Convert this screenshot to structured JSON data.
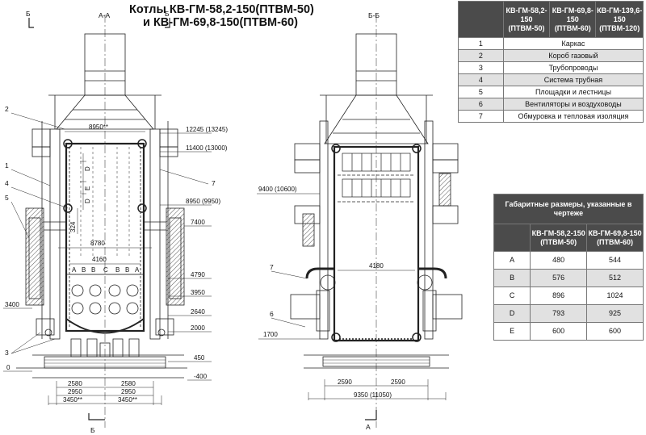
{
  "title": {
    "line1": "Котлы  КВ-ГМ-58,2-150(ПТВМ-50)",
    "line2": "и  КВ-ГМ-69,8-150(ПТВМ-60)"
  },
  "section_labels": {
    "aa": "А-А",
    "bb": "Б-Б",
    "b_mark": "Б",
    "a_mark": "А"
  },
  "components_table": {
    "headers": [
      "",
      "КВ-ГМ-58,2-150 (ПТВМ-50)",
      "КВ-ГМ-69,8-150 (ПТВМ-60)",
      "КВ-ГМ-139,6-150 (ПТВМ-120)"
    ],
    "rows": [
      {
        "num": "1",
        "name": "Каркас"
      },
      {
        "num": "2",
        "name": "Короб газовый"
      },
      {
        "num": "3",
        "name": "Трубопроводы"
      },
      {
        "num": "4",
        "name": "Система трубная"
      },
      {
        "num": "5",
        "name": "Площадки и лестницы"
      },
      {
        "num": "6",
        "name": "Вентиляторы и воздуховоды"
      },
      {
        "num": "7",
        "name": "Обмуровка и тепловая изоляция"
      }
    ]
  },
  "dimensions_table": {
    "caption": "Габаритные размеры, указанные в чертеже",
    "col1": "КВ-ГМ-58,2-150 (ПТВМ-50)",
    "col2": "КВ-ГМ-69,8-150 (ПТВМ-60)",
    "rows": [
      {
        "key": "A",
        "v1": "480",
        "v2": "544"
      },
      {
        "key": "B",
        "v1": "576",
        "v2": "512"
      },
      {
        "key": "C",
        "v1": "896",
        "v2": "1024"
      },
      {
        "key": "D",
        "v1": "793",
        "v2": "925"
      },
      {
        "key": "E",
        "v1": "600",
        "v2": "600"
      }
    ]
  },
  "left_view": {
    "callouts": [
      "2",
      "1",
      "4",
      "5",
      "3"
    ],
    "elev_left": {
      "e3400": "3400",
      "e0": "0"
    },
    "elevations_right": [
      {
        "label": "12245 (13245)"
      },
      {
        "label": "11400 (13000)"
      },
      {
        "label": "8950 (9950)"
      },
      {
        "label": "7400"
      },
      {
        "label": "4790"
      },
      {
        "label": "3950"
      },
      {
        "label": "2640"
      },
      {
        "label": "2000"
      },
      {
        "label": "450"
      },
      {
        "label": "-400"
      }
    ],
    "callout_7": "7",
    "dim_top": "8950**",
    "dim_8780": "8780",
    "dim_4160": "4160",
    "dim_324": "324",
    "dim_d1": "D",
    "dim_e": "E",
    "dim_d2": "D",
    "row_letters": [
      "A",
      "B",
      "B",
      "C",
      "B",
      "B",
      "A"
    ],
    "bottom_dims": [
      "2580",
      "2580",
      "2950",
      "2950",
      "3450**",
      "3450**"
    ]
  },
  "right_view": {
    "elev_9400": "9400 (10600)",
    "elev_1700": "1700",
    "callout_7": "7",
    "callout_6": "6",
    "dim_4180": "4180",
    "bottom_dims": [
      "2590",
      "2590",
      "9350 (11050)"
    ]
  }
}
